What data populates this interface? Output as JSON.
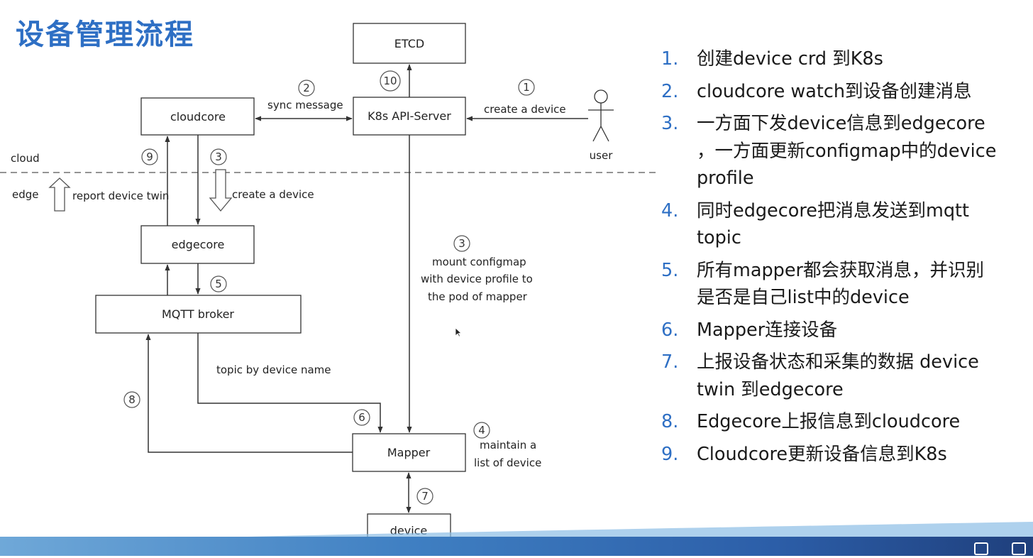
{
  "title": "设备管理流程",
  "diagram": {
    "boxes": {
      "etcd": "ETCD",
      "api_server": "K8s API-Server",
      "cloudcore": "cloudcore",
      "edgecore": "edgecore",
      "mqtt": "MQTT broker",
      "mapper": "Mapper",
      "device": "device"
    },
    "actor": "user",
    "zones": {
      "cloud": "cloud",
      "edge": "edge"
    },
    "labels": {
      "sync_message": "sync message",
      "create_device_top": "create a device",
      "report_twin": "report device twin",
      "create_device_down": "create a device",
      "mount_1": "mount configmap",
      "mount_2": "with device profile to",
      "mount_3": "the pod of mapper",
      "topic": "topic by device name",
      "maintain_1": "maintain a",
      "maintain_2": "list of device"
    },
    "step_markers": {
      "m1": "1",
      "m2": "2",
      "m3a": "3",
      "m3b": "3",
      "m4": "4",
      "m5": "5",
      "m6": "6",
      "m7": "7",
      "m8": "8",
      "m9": "9",
      "m10": "10"
    }
  },
  "steps": [
    {
      "n": "1.",
      "text": "创建device crd 到K8s"
    },
    {
      "n": "2.",
      "text": "cloudcore watch到设备创建消息"
    },
    {
      "n": "3.",
      "text": "一方面下发device信息到edgecore\n，一方面更新configmap中的device\nprofile"
    },
    {
      "n": "4.",
      "text": "同时edgecore把消息发送到mqtt\ntopic"
    },
    {
      "n": "5.",
      "text": "所有mapper都会获取消息，并识别\n是否是自己list中的device"
    },
    {
      "n": "6.",
      "text": "Mapper连接设备"
    },
    {
      "n": "7.",
      "text": "上报设备状态和采集的数据 device\ntwin 到edgecore"
    },
    {
      "n": "8.",
      "text": "Edgecore上报信息到cloudcore"
    },
    {
      "n": "9.",
      "text": "Cloudcore更新设备信息到K8s"
    }
  ],
  "colors": {
    "accent": "#2e6fc4",
    "band": "#2c5ea8"
  }
}
